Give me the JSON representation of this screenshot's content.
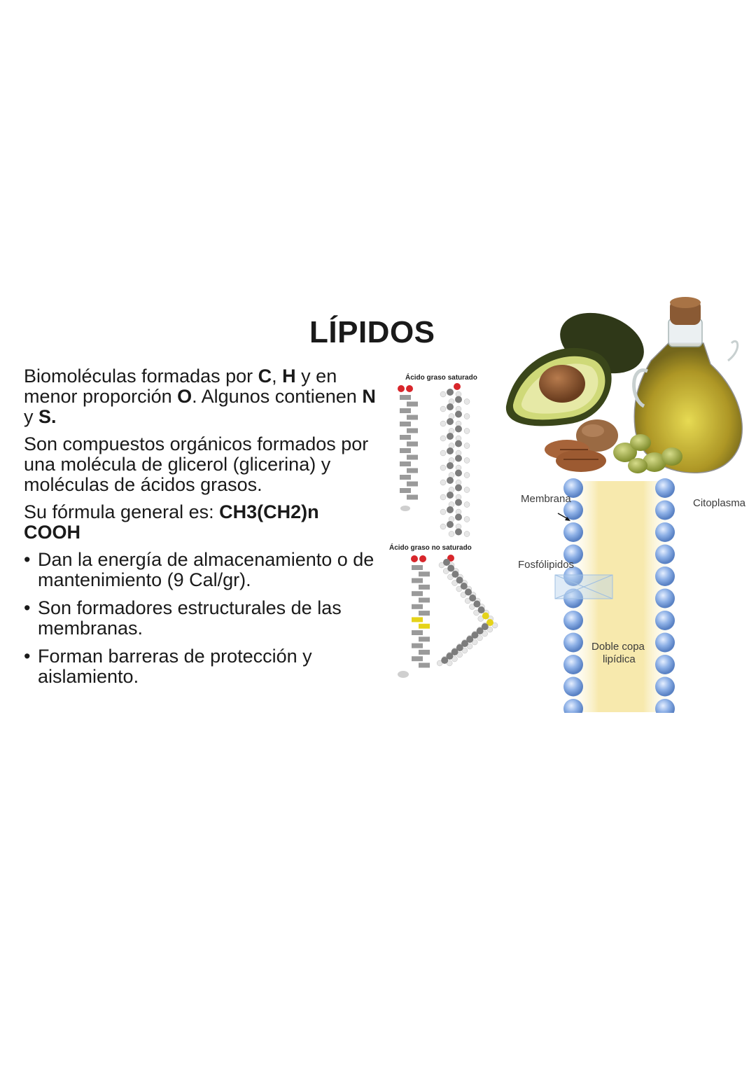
{
  "title": "LÍPIDOS",
  "para1": {
    "t1": "Biomoléculas formadas por ",
    "b1": "C",
    "t2": ", ",
    "b2": "H",
    "t3": " y en menor proporción ",
    "b3": "O",
    "t4": ". Algunos contienen ",
    "b4": "N",
    "t5": " y ",
    "b5": "S."
  },
  "para2": "Son compuestos orgánicos formados por una molécula de glicerol (glicerina) y moléculas de ácidos grasos.",
  "para3": {
    "t1": "Su fórmula general es: ",
    "b1": "CH3(CH2)n COOH"
  },
  "bullets": [
    "Dan la energía de almacenamiento o de mantenimiento (9 Cal/gr).",
    "Son formadores estructurales de las membranas.",
    "Forman barreras de protección y aislamiento."
  ],
  "figures": {
    "saturated_label": "Ácido graso saturado",
    "unsaturated_label": "Ácido graso no saturado",
    "membrane": {
      "label_membrana": "Membrana",
      "label_citoplasma": "Citoplasma",
      "label_fosfolipidos": "Fosfólipidos",
      "label_doble_line1": "Doble copa",
      "label_doble_line2": "lipídica"
    }
  },
  "colors": {
    "avocado_skin": "#3f4a1f",
    "avocado_flesh": "#d9e08a",
    "oil": "#b9a21c",
    "phospholipid_head": "#7fa6e0",
    "membrane_band": "#f5e7a8",
    "oxygen": "#d8262b"
  }
}
